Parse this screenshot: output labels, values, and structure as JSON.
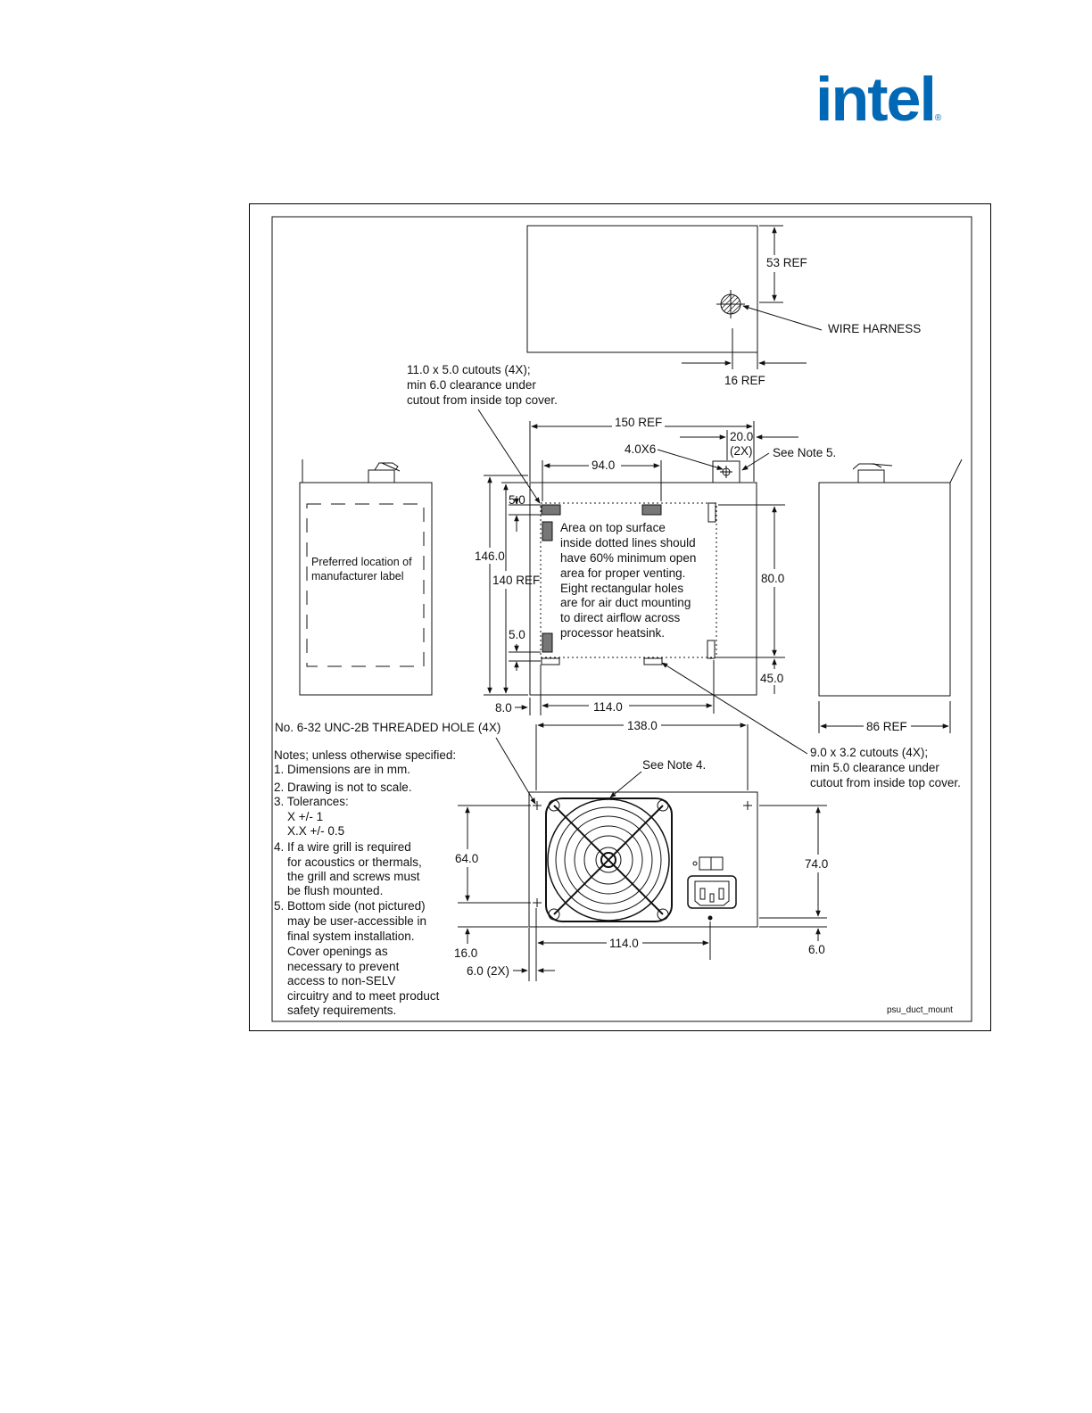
{
  "logo": {
    "text": "intel",
    "mark": "®"
  },
  "figure": {
    "file_tag": "psu_duct_mount",
    "top_view": {
      "dim_53": "53 REF",
      "wire_harness": "WIRE HARNESS",
      "dim_16": "16 REF"
    },
    "callouts": {
      "cutouts_11x5": [
        "11.0 x 5.0 cutouts (4X);",
        "min 6.0 clearance under",
        "cutout from inside top cover."
      ],
      "cutouts_9x3": [
        "9.0 x 3.2 cutouts (4X);",
        "min 5.0 clearance under",
        "cutout from inside top cover."
      ],
      "see_note5": "See Note 5.",
      "see_note4": "See Note 4.",
      "threaded_hole": "No. 6-32 UNC-2B THREADED HOLE (4X)",
      "label_area": [
        "Preferred location of",
        "manufacturer label"
      ],
      "vent_area": [
        "Area on top surface",
        "inside dotted lines should",
        "have 60% minimum open",
        "area for proper venting.",
        "Eight rectangular holes",
        "are for air duct mounting",
        "to direct airflow across",
        "processor heatsink."
      ]
    },
    "dims": {
      "d150": "150 REF",
      "d20": "20.0",
      "d2x": "(2X)",
      "d4x6": "4.0X6",
      "d94": "94.0",
      "d5a": "5.0",
      "d146": "146.0",
      "d140": "140 REF",
      "d5b": "5.0",
      "d80": "80.0",
      "d45": "45.0",
      "d8": "8.0",
      "d114a": "114.0",
      "d86": "86 REF",
      "d138": "138.0",
      "d64": "64.0",
      "d74": "74.0",
      "d16": "16.0",
      "d6a": "6.0 (2X)",
      "d114b": "114.0",
      "d6b": "6.0"
    },
    "notes": [
      "Notes; unless otherwise specified:",
      "1. Dimensions are in mm.",
      "2. Drawing is not to scale.",
      "3. Tolerances:",
      "X +/- 1",
      "X.X +/- 0.5",
      "4. If a wire grill is required",
      "for acoustics or thermals,",
      "the grill and screws must",
      "be flush mounted.",
      "5. Bottom side (not pictured)",
      "may be user-accessible in",
      "final system installation.",
      "Cover openings as",
      "necessary to prevent",
      "access to non-SELV",
      "circuitry and to meet product",
      "safety requirements."
    ]
  }
}
